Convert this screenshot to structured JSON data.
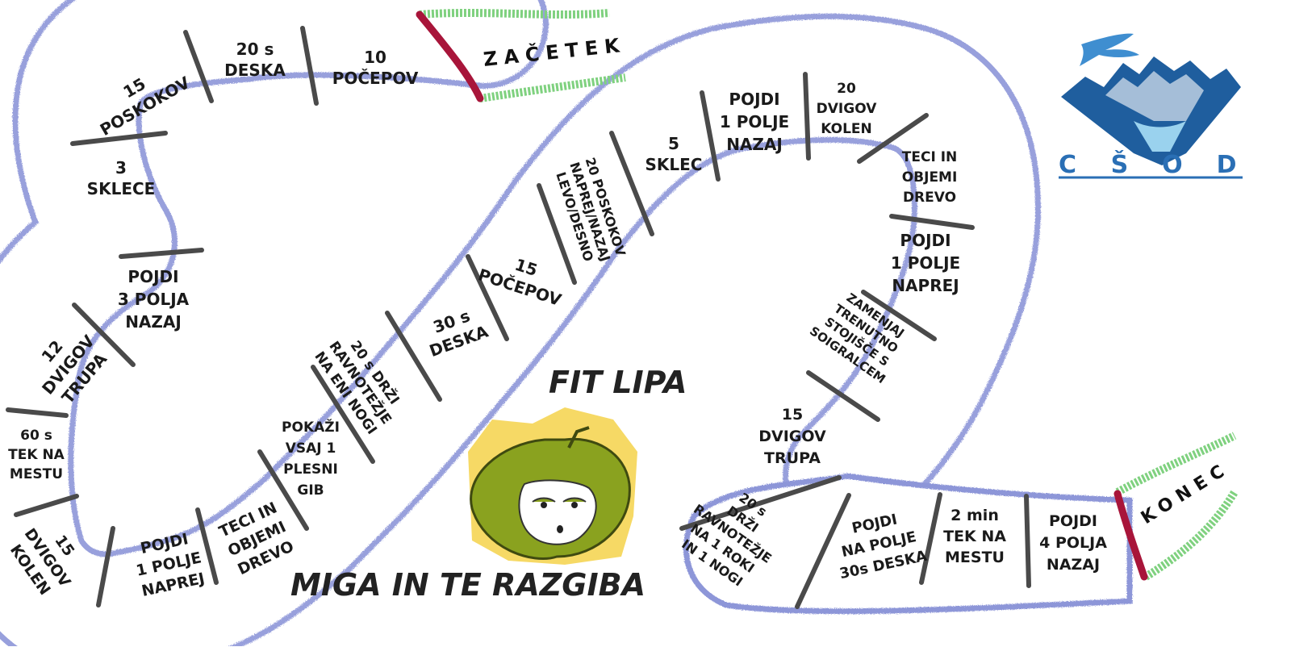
{
  "board": {
    "start_label": "ZAČETEK",
    "end_label": "KONEC",
    "title": "FIT LIPA",
    "subtitle": "MIGA IN TE RAZGIBA"
  },
  "cells": [
    {
      "id": "c01",
      "lines": [
        "10",
        "POČEPOV"
      ]
    },
    {
      "id": "c02",
      "lines": [
        "20 s",
        "DESKA"
      ]
    },
    {
      "id": "c03",
      "lines": [
        "15",
        "POSKOKOV"
      ]
    },
    {
      "id": "c04",
      "lines": [
        "3",
        "SKLECE"
      ]
    },
    {
      "id": "c05",
      "lines": [
        "POJDI",
        "3 POLJA",
        "NAZAJ"
      ]
    },
    {
      "id": "c06",
      "lines": [
        "12",
        "DVIGOV",
        "TRUPA"
      ]
    },
    {
      "id": "c07",
      "lines": [
        "60 s",
        "TEK NA",
        "MESTU"
      ]
    },
    {
      "id": "c08",
      "lines": [
        "15",
        "DVIGOV",
        "KOLEN"
      ]
    },
    {
      "id": "c09",
      "lines": [
        "POJDI",
        "1 POLJE",
        "NAPREJ"
      ]
    },
    {
      "id": "c10",
      "lines": [
        "TECI IN",
        "OBJEMI",
        "DREVO"
      ]
    },
    {
      "id": "c11",
      "lines": [
        "POKAŽI",
        "VSAJ 1",
        "PLESNI",
        "GIB"
      ]
    },
    {
      "id": "c12",
      "lines": [
        "20 s DRŽI",
        "RAVNOTEŽJE",
        "NA ENI NOGI"
      ]
    },
    {
      "id": "c13",
      "lines": [
        "30 s",
        "DESKA"
      ]
    },
    {
      "id": "c14",
      "lines": [
        "15",
        "POČEPOV"
      ]
    },
    {
      "id": "c15",
      "lines": [
        "20 POSKOKOV",
        "NAPREJ/NAZAJ",
        "LEVO/DESNO"
      ]
    },
    {
      "id": "c16",
      "lines": [
        "5",
        "SKLEC"
      ]
    },
    {
      "id": "c17",
      "lines": [
        "POJDI",
        "1 POLJE",
        "NAZAJ"
      ]
    },
    {
      "id": "c18",
      "lines": [
        "20",
        "DVIGOV",
        "KOLEN"
      ]
    },
    {
      "id": "c19",
      "lines": [
        "TECI IN",
        "OBJEMI",
        "DREVO"
      ]
    },
    {
      "id": "c20",
      "lines": [
        "POJDI",
        "1 POLJE",
        "NAPREJ"
      ]
    },
    {
      "id": "c21",
      "lines": [
        "ZAMENJAJ",
        "TRENUTNO",
        "STOJIŠČE S",
        "SOIGRALCEM"
      ]
    },
    {
      "id": "c22",
      "lines": [
        "15",
        "DVIGOV",
        "TRUPA"
      ]
    },
    {
      "id": "c23",
      "lines": [
        "20 s",
        "DRŽI",
        "RAVNOTEŽJE",
        "NA 1 ROKI",
        "IN 1 NOGI"
      ]
    },
    {
      "id": "c24",
      "lines": [
        "POJDI",
        "NA POLJE",
        "30s DESKA"
      ]
    },
    {
      "id": "c25",
      "lines": [
        "2 min",
        "TEK NA",
        "MESTU"
      ]
    },
    {
      "id": "c26",
      "lines": [
        "POJDI",
        "4 POLJA",
        "NAZAJ"
      ]
    }
  ],
  "logo": {
    "letters": "CŠOD"
  },
  "colors": {
    "path_outline": "#8d96d8",
    "divider": "#4a4a4a",
    "start_end_line": "#a8153a",
    "grass": "#7fd17f",
    "logo_blue": "#2a6fb5",
    "leaf_green": "#8aa21f",
    "leaf_bg": "#f5d24a"
  }
}
